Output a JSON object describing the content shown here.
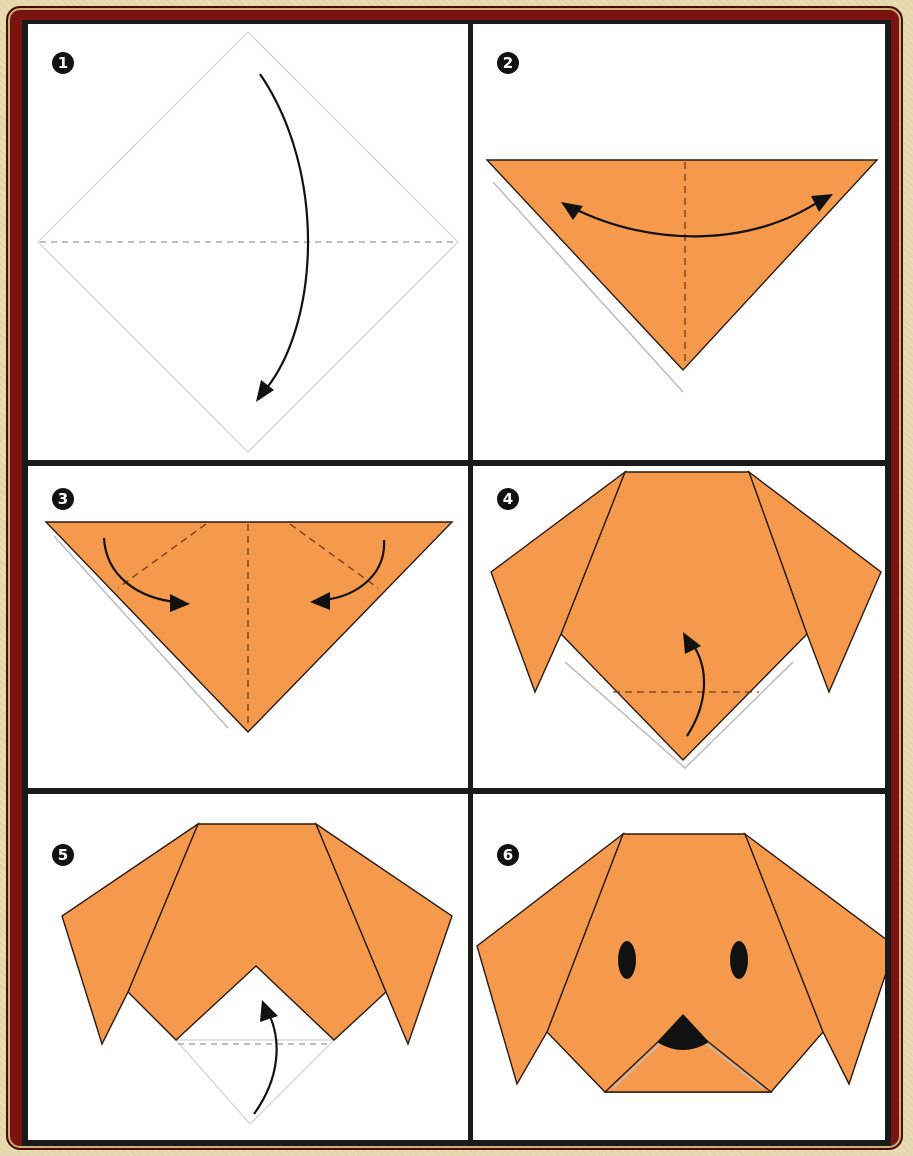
{
  "title": "",
  "steps": [
    {
      "number": "1"
    },
    {
      "number": "2"
    },
    {
      "number": "3"
    },
    {
      "number": "4"
    },
    {
      "number": "5"
    },
    {
      "number": "6"
    }
  ],
  "colors": {
    "paper": "#f59a4d",
    "frame": "#7a1410",
    "background": "#eadcb1",
    "grid": "#1a1a1a"
  }
}
